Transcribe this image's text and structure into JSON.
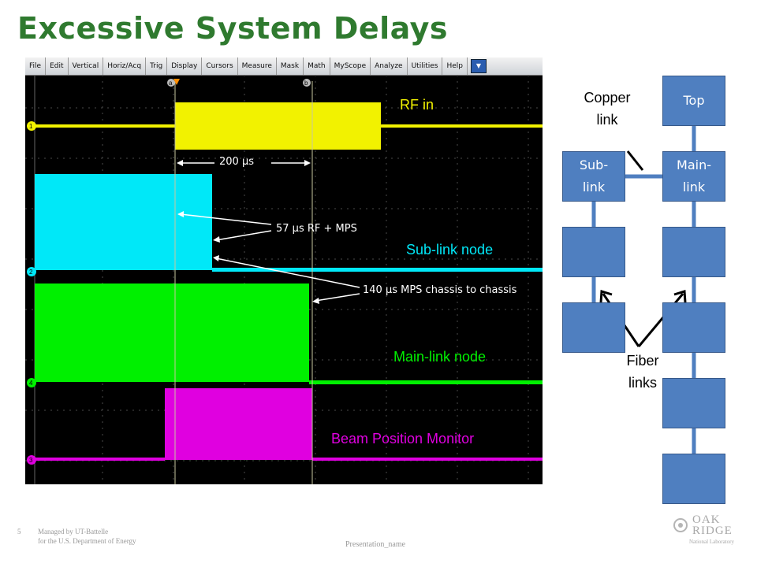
{
  "slide": {
    "title": "Excessive System Delays",
    "page_number": "5",
    "footer_org_line1": "Managed by UT-Battelle",
    "footer_org_line2": "for the U.S. Department of Energy",
    "footer_presentation": "Presentation_name",
    "logo_line1": "OAK",
    "logo_line2": "RIDGE",
    "logo_line3": "National Laboratory"
  },
  "oscilloscope": {
    "menu": [
      "File",
      "Edit",
      "Vertical",
      "Horiz/Acq",
      "Trig",
      "Display",
      "Cursors",
      "Measure",
      "Mask",
      "Math",
      "MyScope",
      "Analyze",
      "Utilities",
      "Help"
    ],
    "menu_dropdown_icon": "triangle-down-icon",
    "cursor_a": "a",
    "cursor_b": "b",
    "channel_markers": [
      "1",
      "2",
      "4",
      "3"
    ],
    "labels": {
      "rf_in": "RF in",
      "sub_link": "Sub-link node",
      "main_link": "Main-link node",
      "bpm": "Beam Position Monitor"
    },
    "annotations": {
      "delay_200": "200 µs",
      "delay_57": "57 µs RF + MPS",
      "delay_140": "140 µs MPS chassis to chassis"
    },
    "colors": {
      "ch1": "#f2f200",
      "ch2": "#00e8f8",
      "ch4": "#00f000",
      "ch3": "#e000e0",
      "grid": "#555555",
      "cursor": "#c8c8a0"
    }
  },
  "diagram": {
    "top_box": "Top",
    "sub_link_box": "Sub-\nlink",
    "main_link_box": "Main-\nlink",
    "copper_label": "Copper\nlink",
    "fiber_label": "Fiber\nlinks",
    "box_color": "#4f7fc0",
    "line_color": "#4f7fc0"
  }
}
